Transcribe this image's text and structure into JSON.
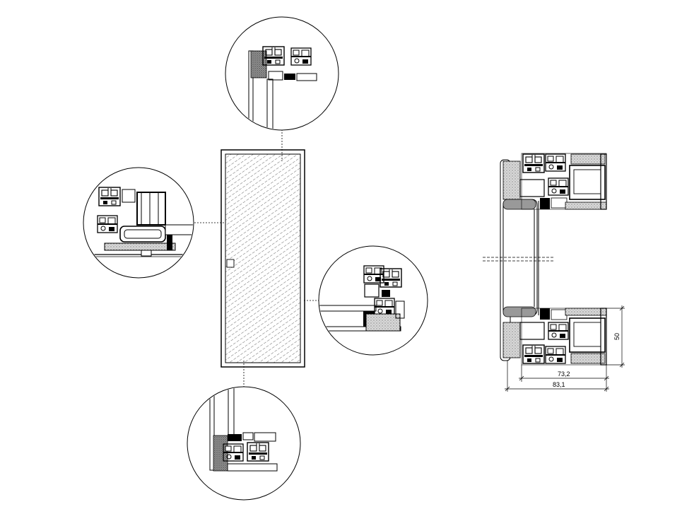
{
  "dimensions": {
    "inner_width": "73,2",
    "outer_width": "83,1",
    "height": "50"
  },
  "colors": {
    "line": "#000000",
    "hatch": "#555555",
    "insulation": "#bbbbbb",
    "background": "#ffffff"
  }
}
